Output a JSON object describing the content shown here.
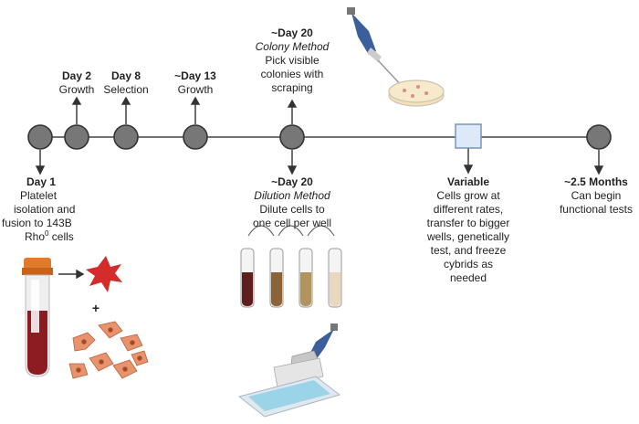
{
  "timeline": {
    "events": [
      {
        "id": "day1",
        "title": "Day 1",
        "lines": [
          "Platelet",
          "isolation and",
          "fusion to 143B",
          "Rho0 cells"
        ]
      },
      {
        "id": "day2",
        "title": "Day 2",
        "lines": [
          "Growth"
        ]
      },
      {
        "id": "day8",
        "title": "Day 8",
        "lines": [
          "Selection"
        ]
      },
      {
        "id": "day13",
        "title": "~Day 13",
        "lines": [
          "Growth"
        ]
      },
      {
        "id": "day20-colony",
        "title": "~Day 20",
        "subtitle": "Colony Method",
        "lines": [
          "Pick visible",
          "colonies with",
          "scraping"
        ]
      },
      {
        "id": "day20-dilution",
        "title": "~Day 20",
        "subtitle": "Dilution Method",
        "lines": [
          "Dilute cells to",
          "one cell per well"
        ]
      },
      {
        "id": "variable",
        "title": "Variable",
        "lines": [
          "Cells grow at",
          "different rates,",
          "transfer to bigger",
          "wells, genetically",
          "test, and freeze",
          "cybrids as",
          "needed"
        ]
      },
      {
        "id": "months",
        "title": "~2.5 Months",
        "lines": [
          "Can begin",
          "functional tests"
        ]
      }
    ]
  },
  "illustrations": {
    "plus_sign": "+",
    "superscript": "0"
  },
  "colors": {
    "node_fill": "#777777",
    "node_stroke": "#333333",
    "line": "#444444",
    "square_fill": "#dde9f8",
    "square_stroke": "#6f8fb5",
    "blood": "#8c1c22",
    "tube_cap": "#e07a2c",
    "platelet": "#d42b2b",
    "cell": "#e8936b",
    "pipette": "#3b5f9a",
    "plate_wells": "#8fd0e8"
  }
}
